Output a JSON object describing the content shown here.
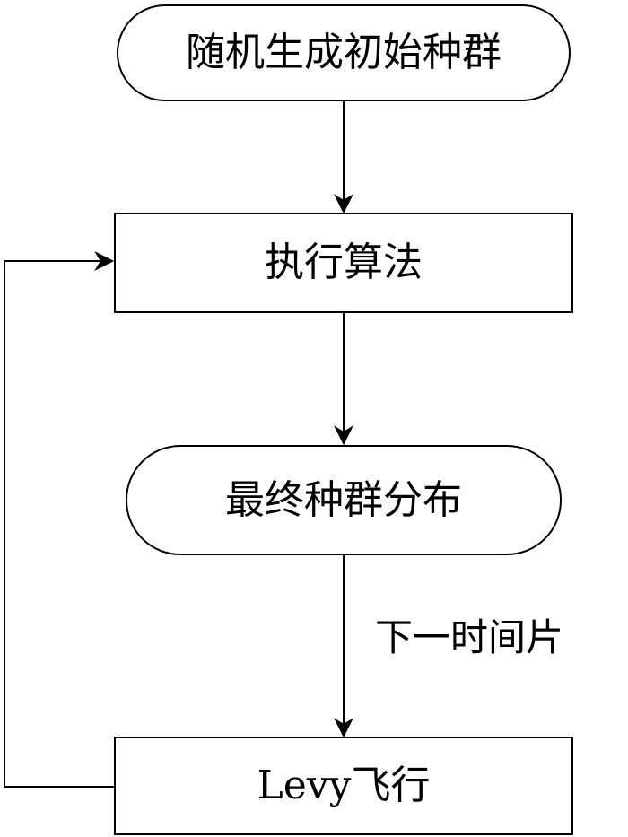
{
  "nodes": {
    "start": "随机生成初始种群",
    "execute": "执行算法",
    "result": "最终种群分布",
    "levy": "Levy飞行"
  },
  "edge_labels": {
    "next_time_slice": "下一时间片"
  }
}
